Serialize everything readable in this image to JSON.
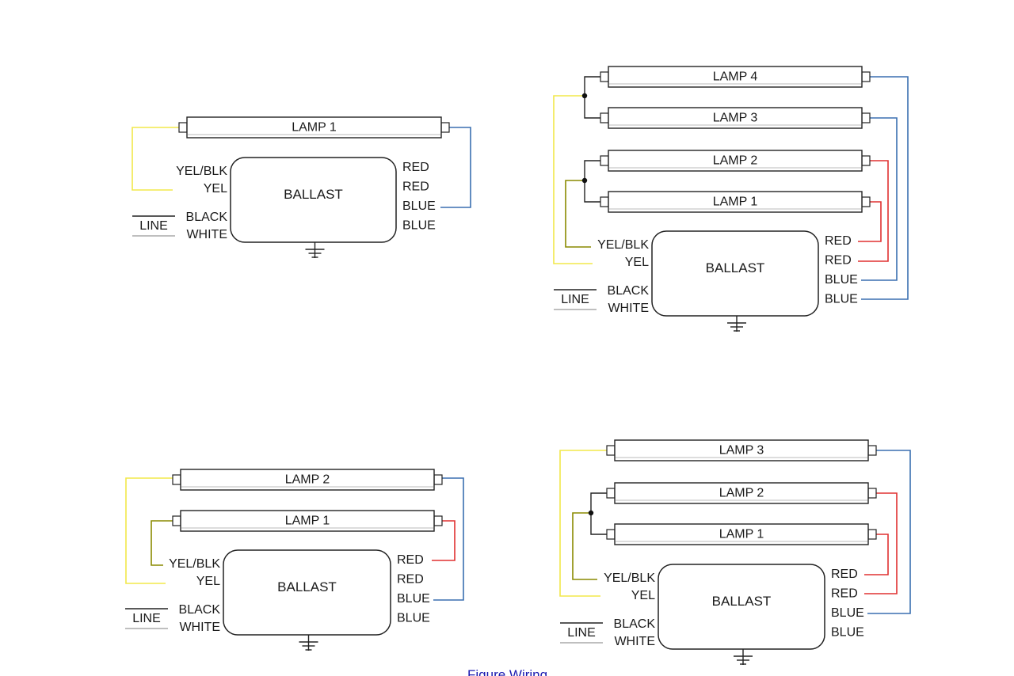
{
  "colors": {
    "yellow": "#f2e84a",
    "olive": "#8a8a00",
    "red": "#e03030",
    "blue": "#3a6fb0",
    "line": "#222222",
    "gray": "#aaaaaa"
  },
  "common": {
    "ballast": "BALLAST",
    "line": "LINE",
    "black": "BLACK",
    "white": "WHITE",
    "yel_blk": "YEL/BLK",
    "yel": "YEL",
    "red": "RED",
    "blue": "BLUE"
  },
  "diagrams": [
    {
      "name": "one-lamp",
      "lamps": [
        "LAMP 1"
      ]
    },
    {
      "name": "four-lamp",
      "lamps": [
        "LAMP 4",
        "LAMP 3",
        "LAMP 2",
        "LAMP 1"
      ]
    },
    {
      "name": "two-lamp",
      "lamps": [
        "LAMP 2",
        "LAMP 1"
      ]
    },
    {
      "name": "three-lamp",
      "lamps": [
        "LAMP 3",
        "LAMP 2",
        "LAMP 1"
      ]
    }
  ],
  "caption": "Figure Wiring"
}
